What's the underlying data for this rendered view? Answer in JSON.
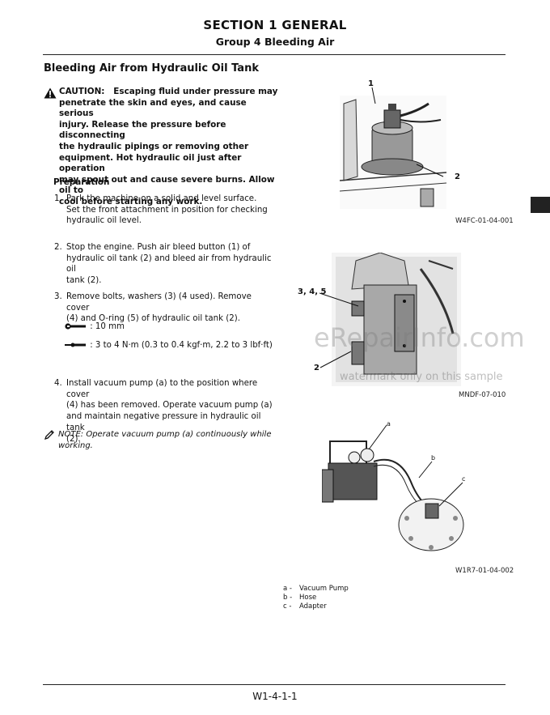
{
  "section_title": "SECTION 1 GENERAL",
  "group_title": "Group 4 Bleeding Air",
  "heading": "Bleeding Air from Hydraulic Oil Tank",
  "caution": {
    "label": "CAUTION:",
    "lines": [
      "Escaping fluid under pressure may",
      "penetrate the skin and eyes, and cause serious",
      "injury. Release the pressure before disconnecting",
      "the hydraulic pipings or removing other",
      "equipment. Hot hydraulic oil just after operation",
      "may spout out and cause severe burns. Allow oil to",
      "cool before starting any work."
    ]
  },
  "preparation_label": "Preparation",
  "steps": [
    {
      "num": "1.",
      "lines": [
        "Park the machine on a solid and level surface.",
        "Set the front attachment in position for checking",
        "hydraulic oil level."
      ]
    },
    {
      "num": "2.",
      "lines": [
        "Stop the engine. Push air bleed button (1) of",
        "hydraulic oil tank (2) and bleed air from hydraulic oil",
        "tank (2)."
      ]
    },
    {
      "num": "3.",
      "lines": [
        "Remove bolts, washers (3) (4 used). Remove cover",
        "(4) and O-ring (5) of hydraulic oil tank (2)."
      ]
    },
    {
      "num": "4.",
      "lines": [
        "Install vacuum pump (a) to the position where cover",
        "(4) has been removed. Operate vacuum pump (a)",
        "and maintain negative pressure in hydraulic oil tank",
        "(2)."
      ]
    }
  ],
  "specs": {
    "wrench": ": 10 mm",
    "torque": ": 3 to 4 N·m (0.3 to 0.4 kgf·m, 2.2 to 3 lbf·ft)"
  },
  "note": {
    "lines": [
      "NOTE:   Operate vacuum pump (a) continuously while",
      "working."
    ]
  },
  "figures": {
    "fig1": {
      "caption": "W4FC-01-04-001",
      "callouts": [
        "1",
        "2"
      ]
    },
    "fig2": {
      "caption": "MNDF-07-010",
      "callouts": [
        "3, 4, 5",
        "2"
      ]
    },
    "fig3": {
      "caption": "W1R7-01-04-002",
      "callouts": [
        "a",
        "b",
        "c"
      ]
    }
  },
  "legend": [
    {
      "key": "a -",
      "value": "Vacuum Pump"
    },
    {
      "key": "b -",
      "value": "Hose"
    },
    {
      "key": "c -",
      "value": "Adapter"
    }
  ],
  "watermark": {
    "main": "eRepairInfo.com",
    "sub": "watermark only on this sample"
  },
  "footer": "W1-4-1-1"
}
